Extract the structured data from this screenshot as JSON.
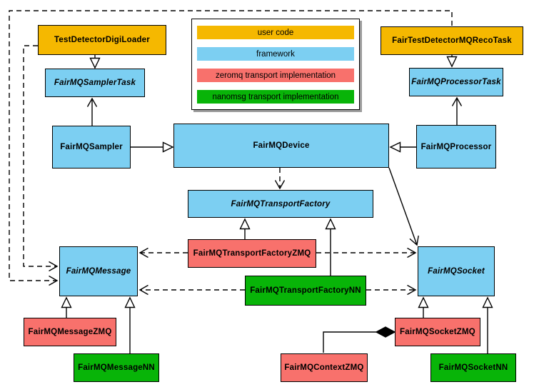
{
  "colors": {
    "user_code": "#F5B800",
    "framework": "#7CCFF2",
    "zeromq": "#F8716C",
    "nanomsg": "#08B408",
    "border": "#000000",
    "background": "#FFFFFF"
  },
  "legend": {
    "items": [
      {
        "id": "user-code",
        "label": "user code",
        "type": "user_code"
      },
      {
        "id": "framework",
        "label": "framework",
        "type": "framework"
      },
      {
        "id": "zeromq",
        "label": "zeromq transport implementation",
        "type": "zeromq"
      },
      {
        "id": "nanomsg",
        "label": "nanomsg transport implementation",
        "type": "nanomsg"
      }
    ]
  },
  "nodes": [
    {
      "id": "testdetectordigiloader",
      "label": "TestDetectorDigiLoader",
      "type": "user_code",
      "abstract": false
    },
    {
      "id": "fairmqsamplertask",
      "label": "FairMQSamplerTask",
      "type": "framework",
      "abstract": true
    },
    {
      "id": "fairtestdetectormqrecotask",
      "label": "FairTestDetectorMQRecoTask",
      "type": "user_code",
      "abstract": false
    },
    {
      "id": "fairmqprocessortask",
      "label": "FairMQProcessorTask",
      "type": "framework",
      "abstract": true
    },
    {
      "id": "fairmqsampler",
      "label": "FairMQSampler",
      "type": "framework",
      "abstract": false
    },
    {
      "id": "fairmqdevice",
      "label": "FairMQDevice",
      "type": "framework",
      "abstract": false
    },
    {
      "id": "fairmqprocessor",
      "label": "FairMQProcessor",
      "type": "framework",
      "abstract": false
    },
    {
      "id": "fairmqtransportfactory",
      "label": "FairMQTransportFactory",
      "type": "framework",
      "abstract": true
    },
    {
      "id": "fairmqtransportfactoryzmq",
      "label": "FairMQTransportFactoryZMQ",
      "type": "zeromq",
      "abstract": false
    },
    {
      "id": "fairmqtransportfactorynn",
      "label": "FairMQTransportFactoryNN",
      "type": "nanomsg",
      "abstract": false
    },
    {
      "id": "fairmqmessage",
      "label": "FairMQMessage",
      "type": "framework",
      "abstract": true
    },
    {
      "id": "fairmqsocket",
      "label": "FairMQSocket",
      "type": "framework",
      "abstract": true
    },
    {
      "id": "fairmqmessagezmq",
      "label": "FairMQMessageZMQ",
      "type": "zeromq",
      "abstract": false
    },
    {
      "id": "fairmqmessagenn",
      "label": "FairMQMessageNN",
      "type": "nanomsg",
      "abstract": false
    },
    {
      "id": "fairmqcontextzmq",
      "label": "FairMQContextZMQ",
      "type": "zeromq",
      "abstract": false
    },
    {
      "id": "fairmqsocketzmq",
      "label": "FairMQSocketZMQ",
      "type": "zeromq",
      "abstract": false
    },
    {
      "id": "fairmqsocketnn",
      "label": "FairMQSocketNN",
      "type": "nanomsg",
      "abstract": false
    }
  ],
  "relations": [
    {
      "from": "TestDetectorDigiLoader",
      "to": "FairMQSamplerTask",
      "kind": "inheritance"
    },
    {
      "from": "FairTestDetectorMQRecoTask",
      "to": "FairMQProcessorTask",
      "kind": "inheritance"
    },
    {
      "from": "FairMQSampler",
      "to": "FairMQSamplerTask",
      "kind": "association"
    },
    {
      "from": "FairMQProcessor",
      "to": "FairMQProcessorTask",
      "kind": "association"
    },
    {
      "from": "FairMQSampler",
      "to": "FairMQDevice",
      "kind": "inheritance"
    },
    {
      "from": "FairMQProcessor",
      "to": "FairMQDevice",
      "kind": "inheritance"
    },
    {
      "from": "FairMQDevice",
      "to": "FairMQTransportFactory",
      "kind": "dependency"
    },
    {
      "from": "FairMQDevice",
      "to": "FairMQSocket",
      "kind": "association"
    },
    {
      "from": "FairMQTransportFactoryZMQ",
      "to": "FairMQTransportFactory",
      "kind": "inheritance"
    },
    {
      "from": "FairMQTransportFactoryNN",
      "to": "FairMQTransportFactory",
      "kind": "inheritance"
    },
    {
      "from": "FairMQTransportFactoryZMQ",
      "to": "FairMQMessage",
      "kind": "dependency"
    },
    {
      "from": "FairMQTransportFactoryZMQ",
      "to": "FairMQSocket",
      "kind": "dependency"
    },
    {
      "from": "FairMQTransportFactoryNN",
      "to": "FairMQMessage",
      "kind": "dependency"
    },
    {
      "from": "FairMQTransportFactoryNN",
      "to": "FairMQSocket",
      "kind": "dependency"
    },
    {
      "from": "FairMQMessageZMQ",
      "to": "FairMQMessage",
      "kind": "inheritance"
    },
    {
      "from": "FairMQMessageNN",
      "to": "FairMQMessage",
      "kind": "inheritance"
    },
    {
      "from": "FairMQSocketZMQ",
      "to": "FairMQSocket",
      "kind": "inheritance"
    },
    {
      "from": "FairMQSocketNN",
      "to": "FairMQSocket",
      "kind": "inheritance"
    },
    {
      "from": "FairMQSocketZMQ",
      "to": "FairMQContextZMQ",
      "kind": "composition"
    },
    {
      "from": "TestDetectorDigiLoader",
      "to": "FairMQMessage",
      "kind": "dependency"
    },
    {
      "from": "FairTestDetectorMQRecoTask",
      "to": "FairMQMessage",
      "kind": "dependency"
    }
  ]
}
